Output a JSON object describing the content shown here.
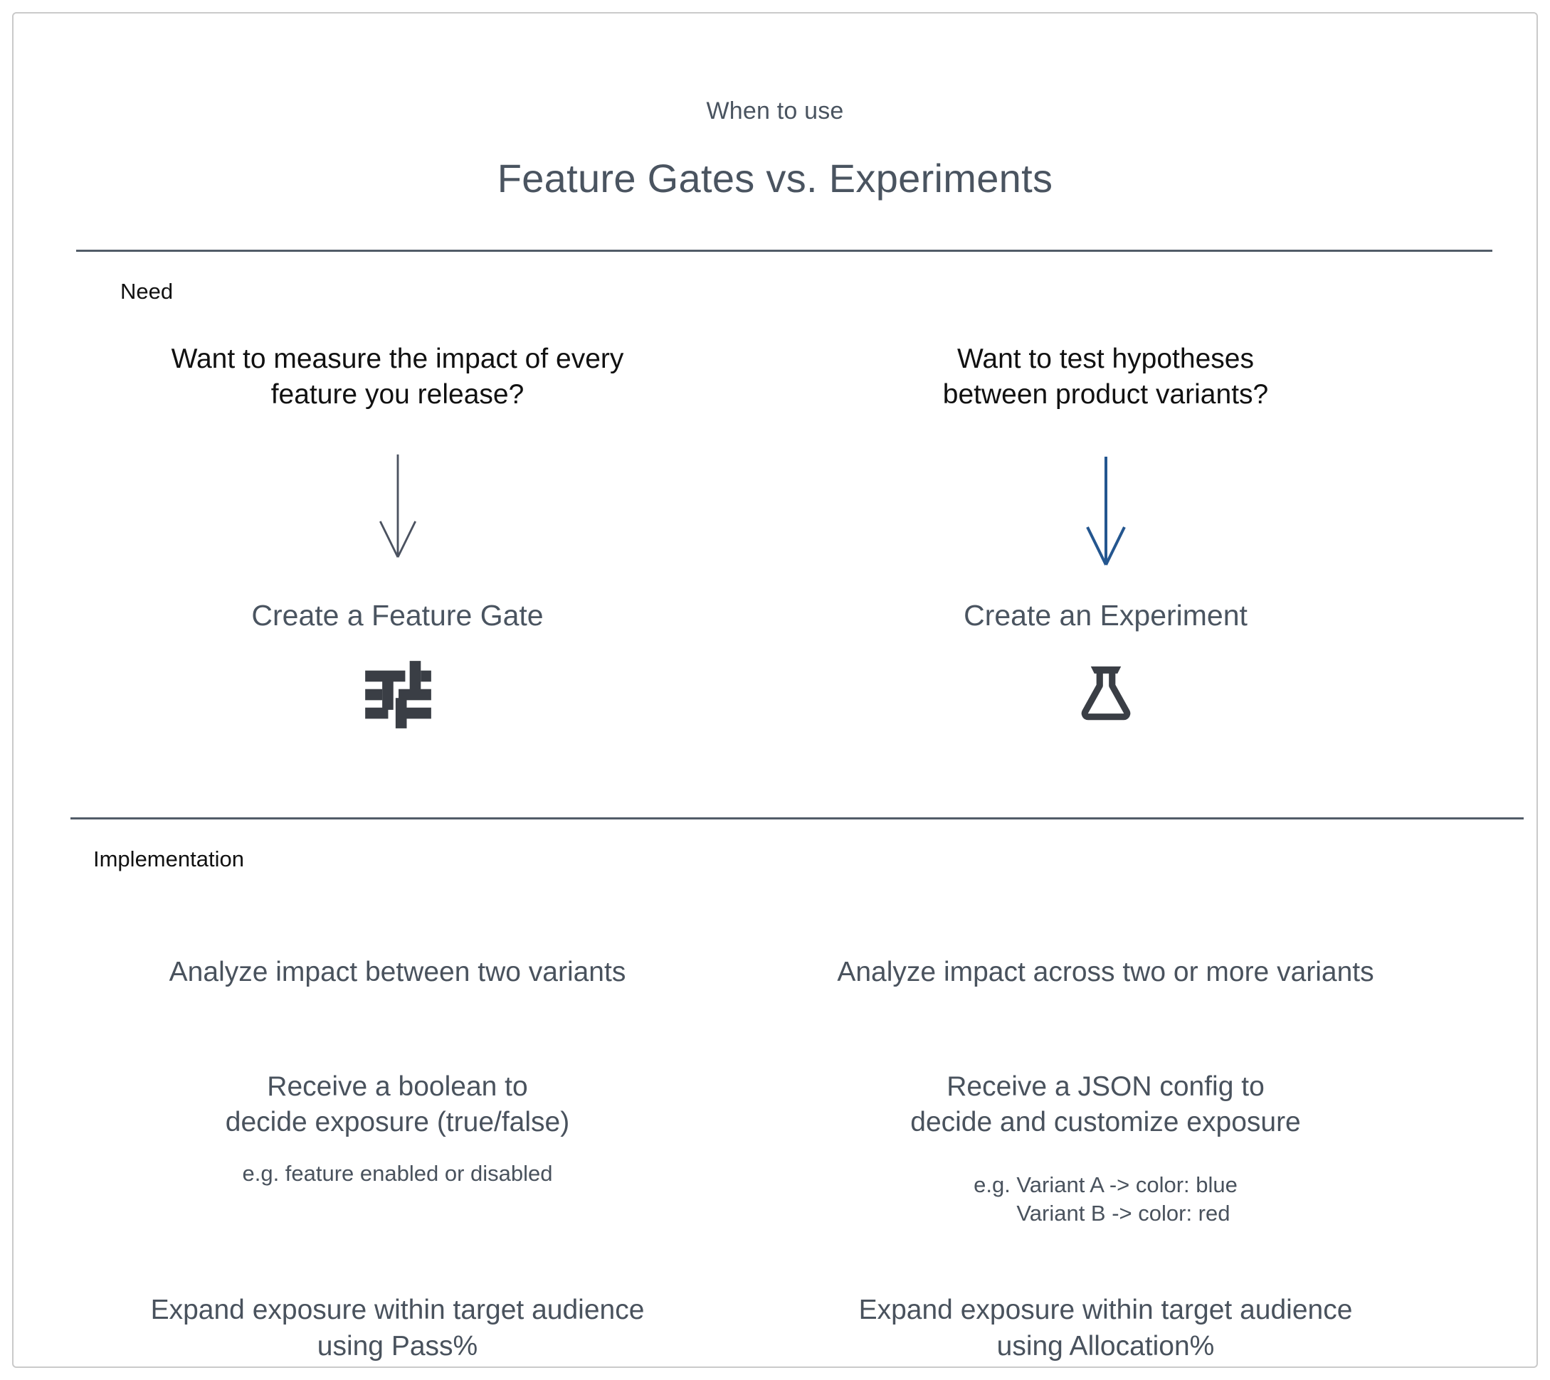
{
  "header": {
    "eyebrow": "When to use",
    "title": "Feature Gates vs. Experiments"
  },
  "sections": {
    "need": {
      "label": "Need",
      "left": {
        "question": "Want to measure the impact of every\nfeature you release?",
        "action": "Create a Feature Gate",
        "icon": "sliders-icon"
      },
      "right": {
        "question": "Want to test hypotheses\nbetween product variants?",
        "action": "Create an Experiment",
        "icon": "flask-icon"
      }
    },
    "implementation": {
      "label": "Implementation",
      "rows": {
        "0": {
          "left": "Analyze impact between two variants",
          "right": "Analyze impact across two or more variants"
        },
        "1": {
          "left": "Receive a boolean to\ndecide exposure (true/false)",
          "left_example": "e.g. feature enabled or disabled",
          "right": "Receive a JSON config to\ndecide and customize exposure",
          "right_example": "e.g. Variant A -> color: blue\n       Variant B -> color: red"
        },
        "2": {
          "left": "Expand exposure within target audience\nusing Pass%",
          "right": "Expand exposure within target audience\nusing Allocation%"
        }
      }
    }
  },
  "colors": {
    "heading": "#4a5460",
    "body": "#49525d",
    "label": "#111111",
    "divider": "#525c68",
    "border": "#cacaca",
    "arrow_left": "#4b5260",
    "arrow_right": "#24568f",
    "icon": "#3a3e45"
  }
}
